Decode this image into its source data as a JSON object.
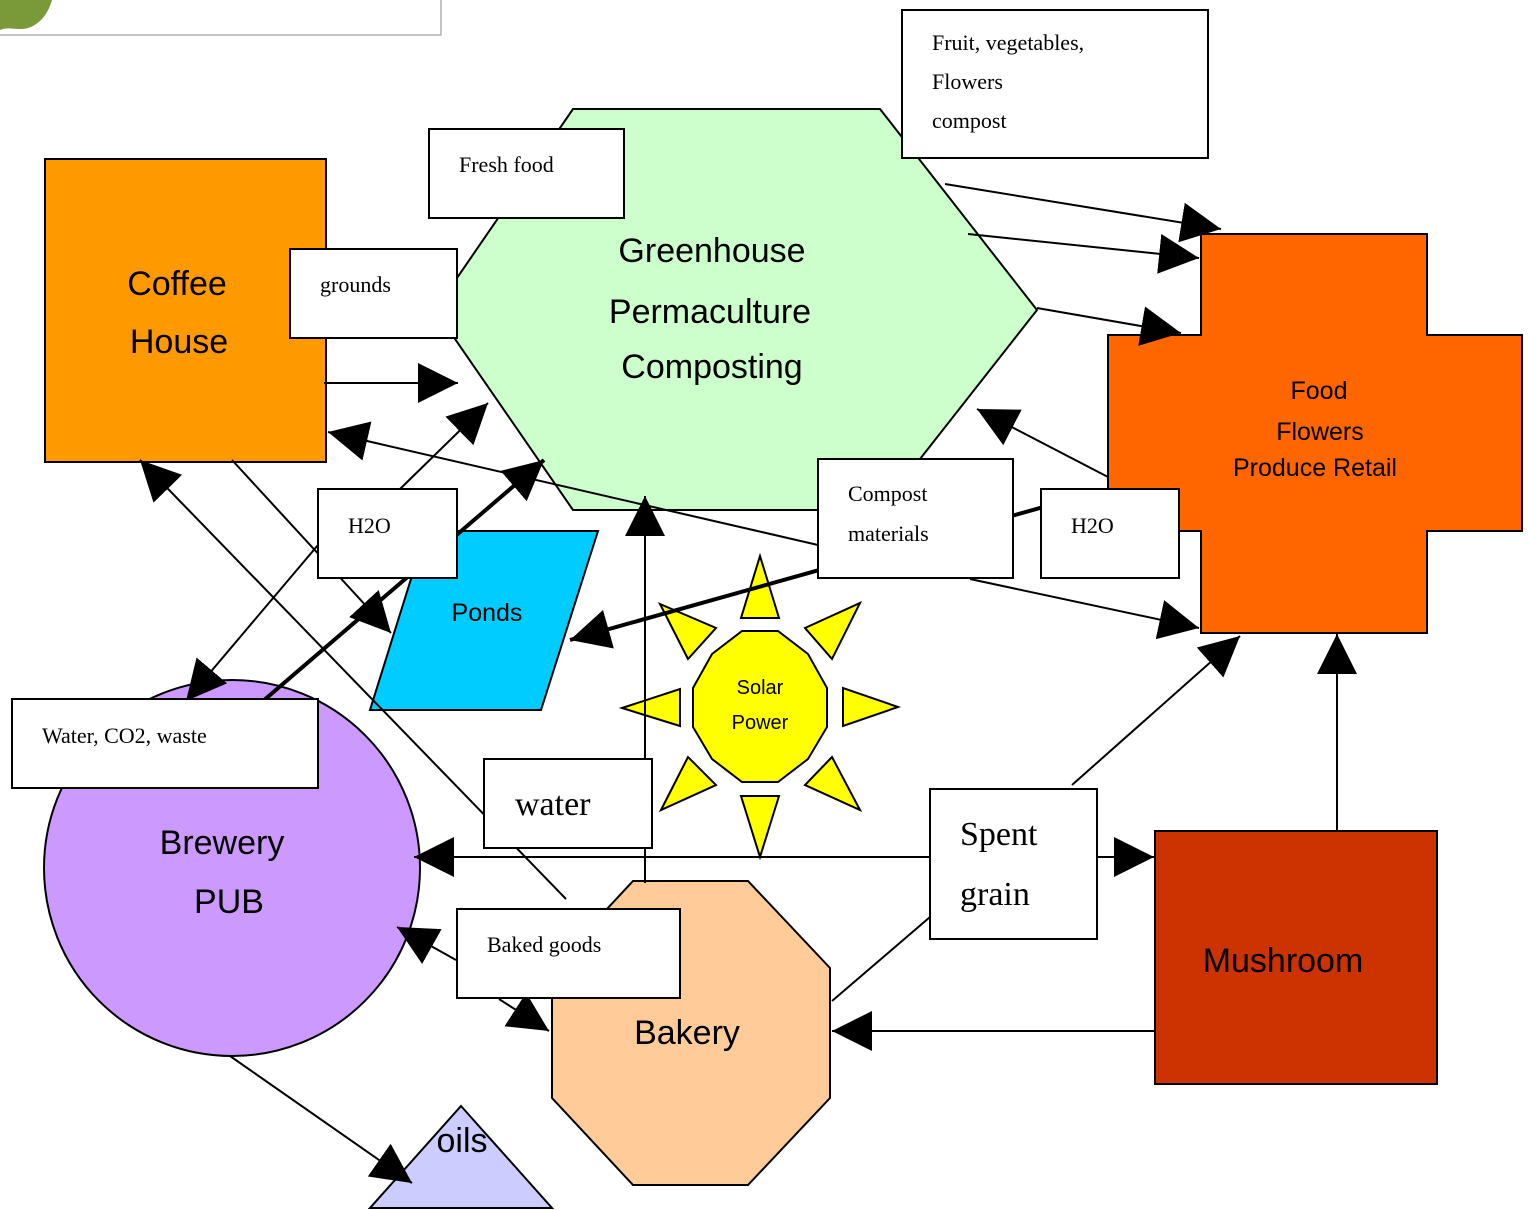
{
  "colors": {
    "coffee_house": "#FF9900",
    "greenhouse": "#CCFFCC",
    "retail": "#FF6600",
    "ponds": "#00CCFF",
    "brewery": "#CC99FF",
    "bakery": "#FFCC99",
    "mushroom": "#CC3300",
    "oils": "#CCCCFF",
    "sun": "#FFFF00",
    "logo_leaf": "#7a9a3a"
  },
  "nodes": {
    "coffee_house": [
      "Coffee",
      "House"
    ],
    "greenhouse": [
      "Greenhouse",
      "Permaculture",
      "Composting"
    ],
    "retail": [
      "Food",
      "Flowers",
      "Produce Retail"
    ],
    "ponds": "Ponds",
    "solar": [
      "Solar",
      "Power"
    ],
    "brewery": [
      "Brewery",
      "PUB"
    ],
    "bakery": "Bakery",
    "mushroom": "Mushroom",
    "oils": "oils"
  },
  "labels": {
    "fruit_veg": [
      "Fruit, vegetables,",
      "Flowers",
      "compost"
    ],
    "fresh_food": "Fresh food",
    "grounds": "grounds",
    "h2o_left": "H2O",
    "compost_materials": [
      "Compost",
      "materials"
    ],
    "h2o_right": "H2O",
    "water_co2_waste": "Water, CO2, waste",
    "water": "water",
    "spent_grain": [
      "Spent",
      "grain"
    ],
    "baked_goods": "Baked goods"
  },
  "icons": {
    "logo": "leaf-logo-icon",
    "sun": "sun-icon"
  }
}
